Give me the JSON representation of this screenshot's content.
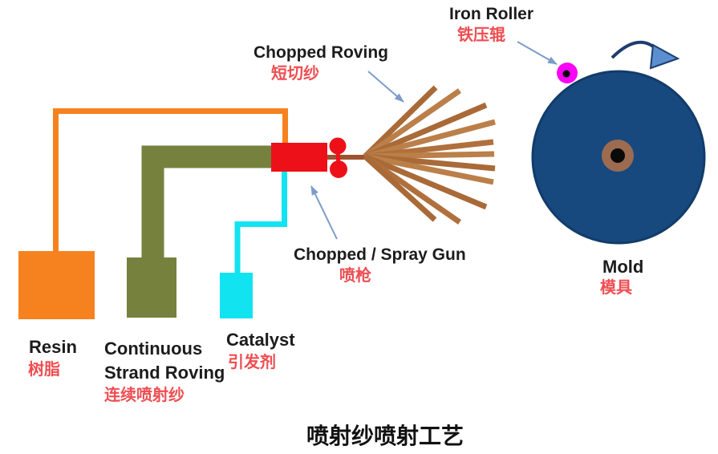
{
  "title": "喷射纱喷射工艺",
  "labels": {
    "chopped_roving": {
      "en": "Chopped Roving",
      "zh": "短切纱"
    },
    "iron_roller": {
      "en": "Iron Roller",
      "zh": "铁压辊"
    },
    "spray_gun": {
      "en": "Chopped / Spray Gun",
      "zh": "喷枪"
    },
    "mold": {
      "en": "Mold",
      "zh": "模具"
    },
    "resin": {
      "en": "Resin",
      "zh": "树脂"
    },
    "continuous_strand_roving": {
      "en": "Continuous\nStrand Roving",
      "zh": "连续喷射纱"
    },
    "catalyst": {
      "en": "Catalyst",
      "zh": "引发剂"
    }
  },
  "colors": {
    "resin_orange": "#f6821f",
    "roving_olive": "#76813d",
    "catalyst_cyan": "#12e3f0",
    "gun_red": "#ee1018",
    "fiber_brown_dark": "#a96a38",
    "fiber_brown_light": "#bb7f49",
    "chopper_feed_brown": "#9d5230",
    "mold_blue": "#17497e",
    "mold_edge_blue": "#123c69",
    "hub_brown": "#9d6b50",
    "iron_roller_magenta": "#fa05f5",
    "pointer_arrow_blue": "#7d9cc9",
    "rotation_arrow_navy": "#1f3d6d",
    "rotation_head_fill": "#5b8fd0",
    "label_red": "#ee4e52",
    "label_black": "#1c1c1c"
  }
}
